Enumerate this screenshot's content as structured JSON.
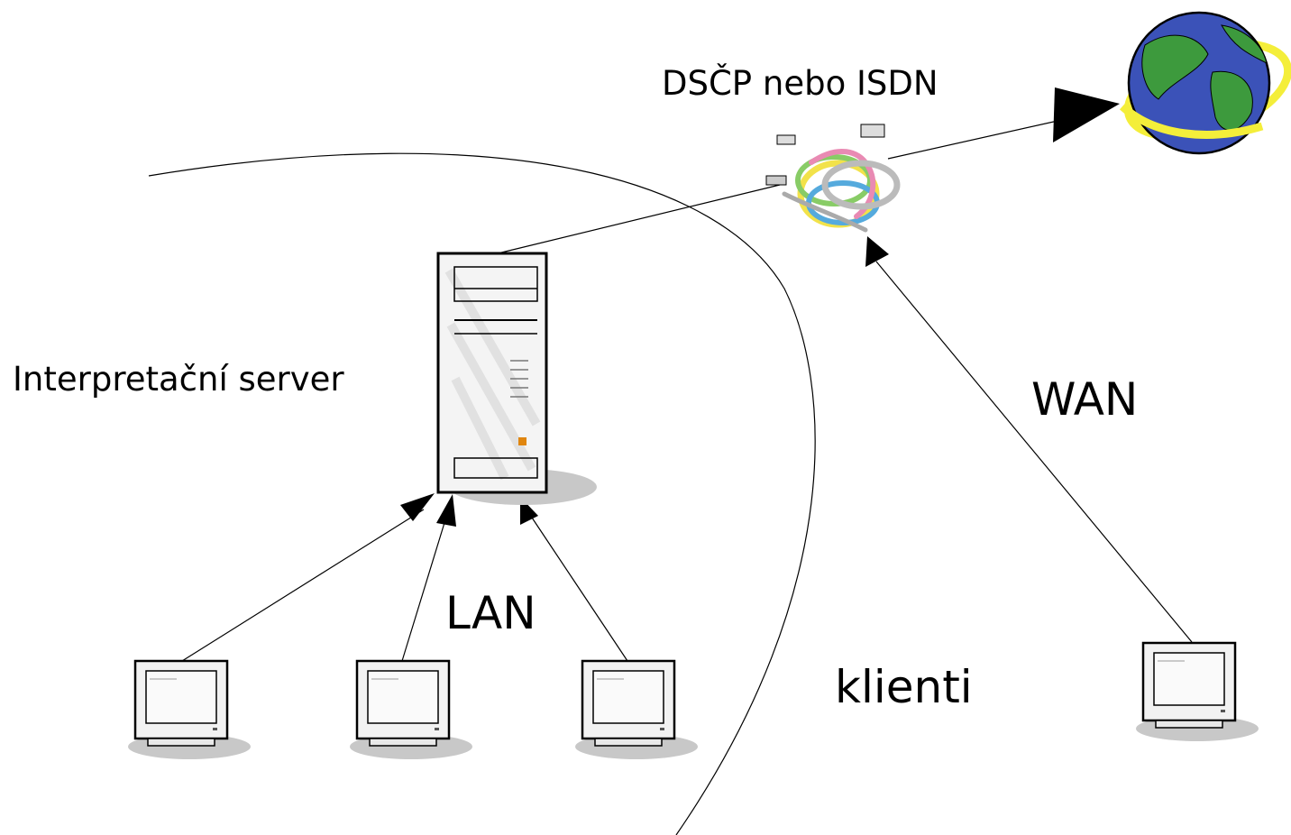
{
  "labels": {
    "dscp": "DSČP nebo ISDN",
    "server": "Interpretační server",
    "wan": "WAN",
    "lan": "LAN",
    "klienti": "klienti"
  },
  "icons": {
    "server": "server-tower-icon",
    "globe": "globe-icon",
    "cables": "tangled-cables-icon",
    "client": "monitor-icon"
  },
  "colors": {
    "line": "#000000",
    "ocean": "#3b52b8",
    "land": "#3d9a3d",
    "ring": "#f4ee3a",
    "shadow": "#c8c8c8"
  }
}
